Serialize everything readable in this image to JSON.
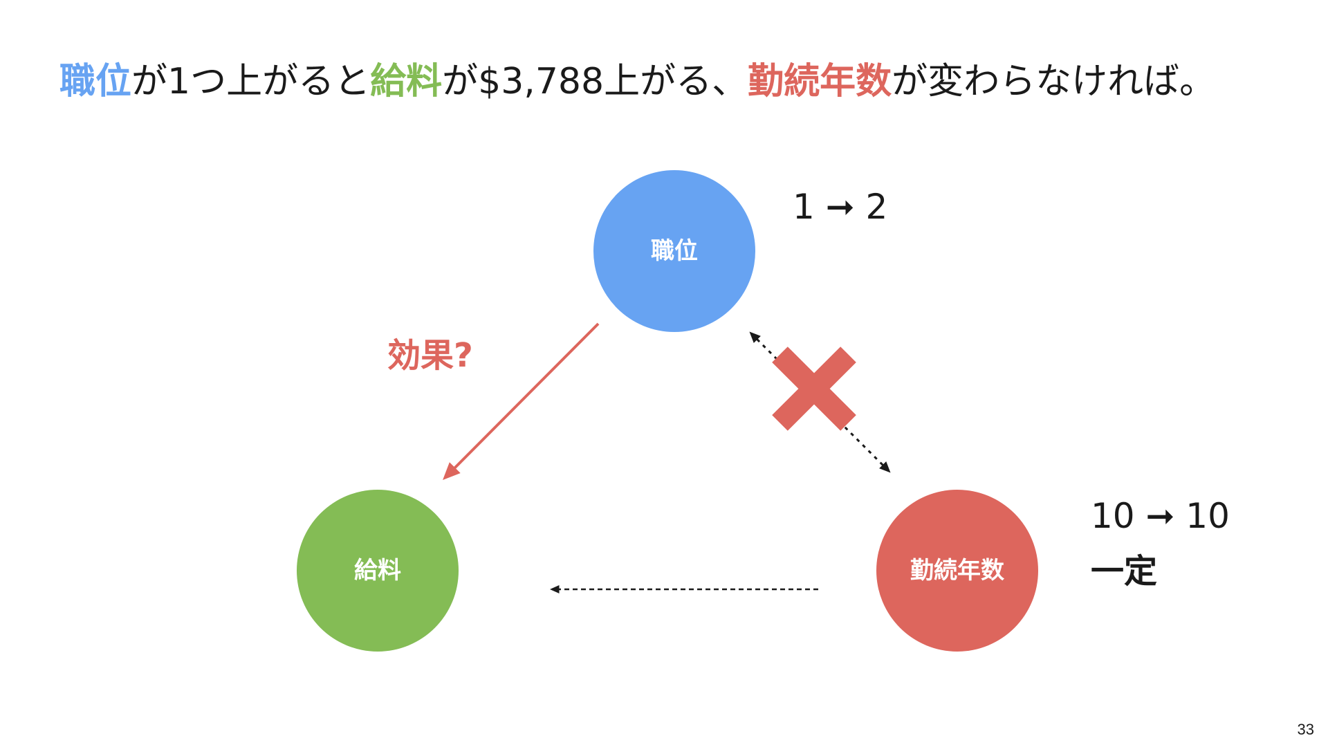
{
  "colors": {
    "blue": "#67A3F2",
    "green": "#84BC55",
    "red": "#DD665D",
    "text": "#1a1a1a",
    "background": "#ffffff"
  },
  "headline": {
    "part1": "職位",
    "part2": "が1つ上がると",
    "part3": "給料",
    "part4": "が$3,788上がる、",
    "part5": "勤続年数",
    "part6": "が変わらなければ。"
  },
  "nodes": {
    "position": {
      "label": "職位",
      "color": "blue"
    },
    "salary": {
      "label": "給料",
      "color": "green"
    },
    "tenure": {
      "label": "勤続年数",
      "color": "red"
    }
  },
  "annotations": {
    "position_change": "1 ➞ 2",
    "tenure_change": "10 ➞ 10",
    "tenure_constant": "一定",
    "effect_question": "効果?"
  },
  "edges": [
    {
      "from": "position",
      "to": "salary",
      "style": "solid",
      "color": "red"
    },
    {
      "from": "position",
      "to": "tenure",
      "style": "dotted",
      "bidirectional": true,
      "blocked": true,
      "marker_icon": "cross-icon"
    },
    {
      "from": "tenure",
      "to": "salary",
      "style": "dashed"
    }
  ],
  "page_number": "33"
}
